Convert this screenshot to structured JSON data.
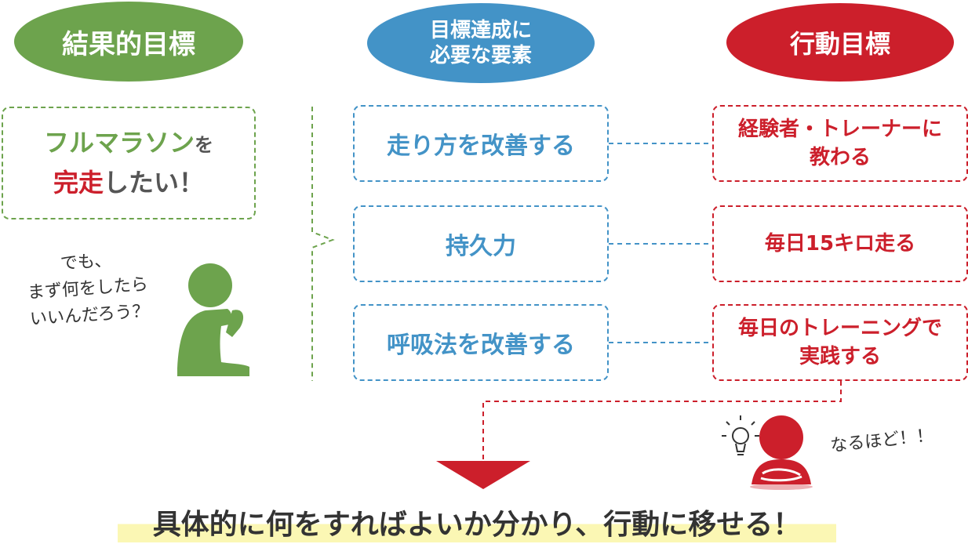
{
  "headers": {
    "result_goal": "結果的目標",
    "required_elements_line1": "目標達成に",
    "required_elements_line2": "必要な要素",
    "action_goal": "行動目標"
  },
  "result_goal_box": {
    "line1_emphasis": "フルマラソン",
    "line1_particle": "を",
    "line2_emphasis": "完走",
    "line2_rest": "したい！"
  },
  "thought_bubble": {
    "line1": "でも、",
    "line2": "まず何をしたら",
    "line3": "いいんだろう？"
  },
  "required_elements": [
    {
      "label": "走り方を改善する"
    },
    {
      "label": "持久力"
    },
    {
      "label": "呼吸法を改善する"
    }
  ],
  "action_goals": [
    {
      "line1": "経験者・トレーナーに",
      "line2": "教わる"
    },
    {
      "line1": "毎日15キロ走る",
      "line2": ""
    },
    {
      "line1": "毎日のトレーニングで",
      "line2": "実践する"
    }
  ],
  "aha_text": "なるほど！！",
  "conclusion": "具体的に何をすればよいか分かり、行動に移せる！",
  "colors": {
    "green": "#6da34d",
    "blue": "#4393c7",
    "red": "#cc1f2b",
    "highlight": "#fbf7b4"
  },
  "icons": [
    "thinking-person-icon",
    "lightbulb-icon",
    "arms-crossed-person-icon",
    "down-arrow-icon"
  ]
}
